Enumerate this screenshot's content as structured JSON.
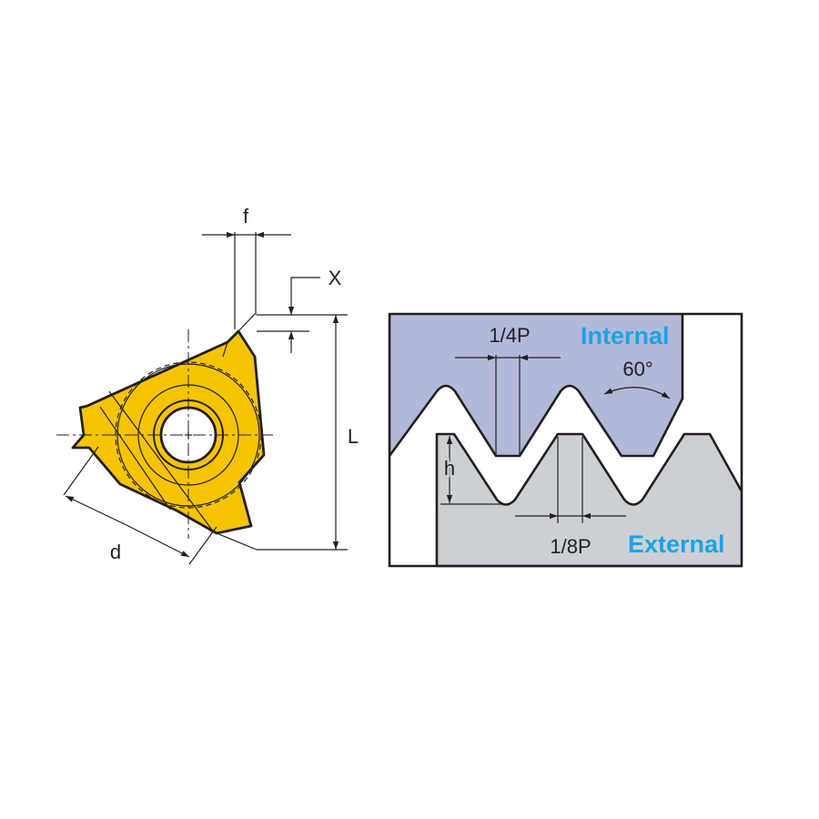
{
  "insert": {
    "dims": {
      "f": "f",
      "x": "X",
      "l": "L",
      "d": "d"
    },
    "color": "#f5c400"
  },
  "profile": {
    "labels": {
      "quarter_p": "1/4P",
      "eighth_p": "1/8P",
      "angle": "60°",
      "h": "h",
      "internal": "Internal",
      "external": "External"
    },
    "colors": {
      "internal_fill": "#b2b9d8",
      "external_fill": "#ccd0d5",
      "label_color": "#1ca3e6"
    }
  }
}
